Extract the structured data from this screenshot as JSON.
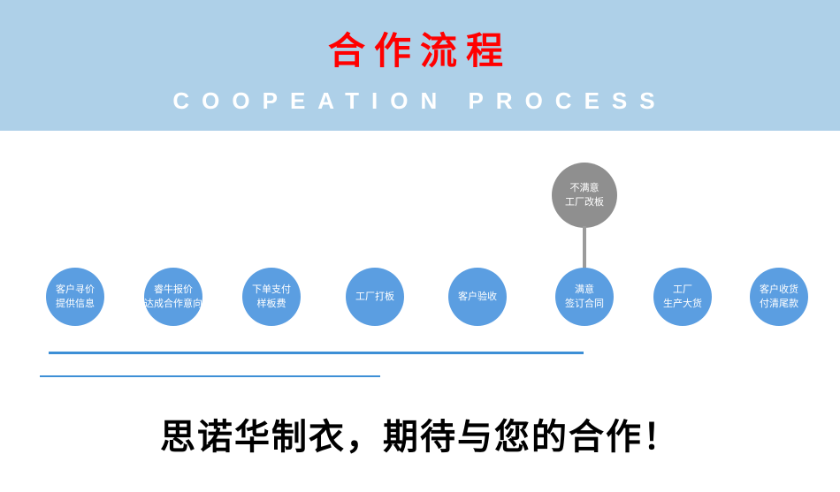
{
  "banner": {
    "title": "合作流程",
    "subtitle": "COOPEATION PROCESS"
  },
  "flow": {
    "rework": {
      "line1": "不满意",
      "line2": "工厂改板"
    },
    "steps": [
      {
        "line1": "客户寻价",
        "line2": "提供信息"
      },
      {
        "line1": "睿牛报价",
        "line2": "达成合作意向"
      },
      {
        "line1": "下单支付",
        "line2": "样板费"
      },
      {
        "line1": "工厂打板",
        "line2": ""
      },
      {
        "line1": "客户验收",
        "line2": ""
      },
      {
        "line1": "满意",
        "line2": "签订合同"
      },
      {
        "line1": "工厂",
        "line2": "生产大货"
      },
      {
        "line1": "客户收货",
        "line2": "付清尾款"
      }
    ]
  },
  "footer": {
    "slogan": "思诺华制衣，期待与您的合作！"
  },
  "colors": {
    "banner_bg": "#aed0e8",
    "title_red": "#ff0000",
    "subtitle_white": "#ffffff",
    "step_circle_blue": "#5b9ee1",
    "rework_circle_gray": "#8f8f8f",
    "underline_blue": "#3d8fd6",
    "slogan_black": "#000000"
  }
}
